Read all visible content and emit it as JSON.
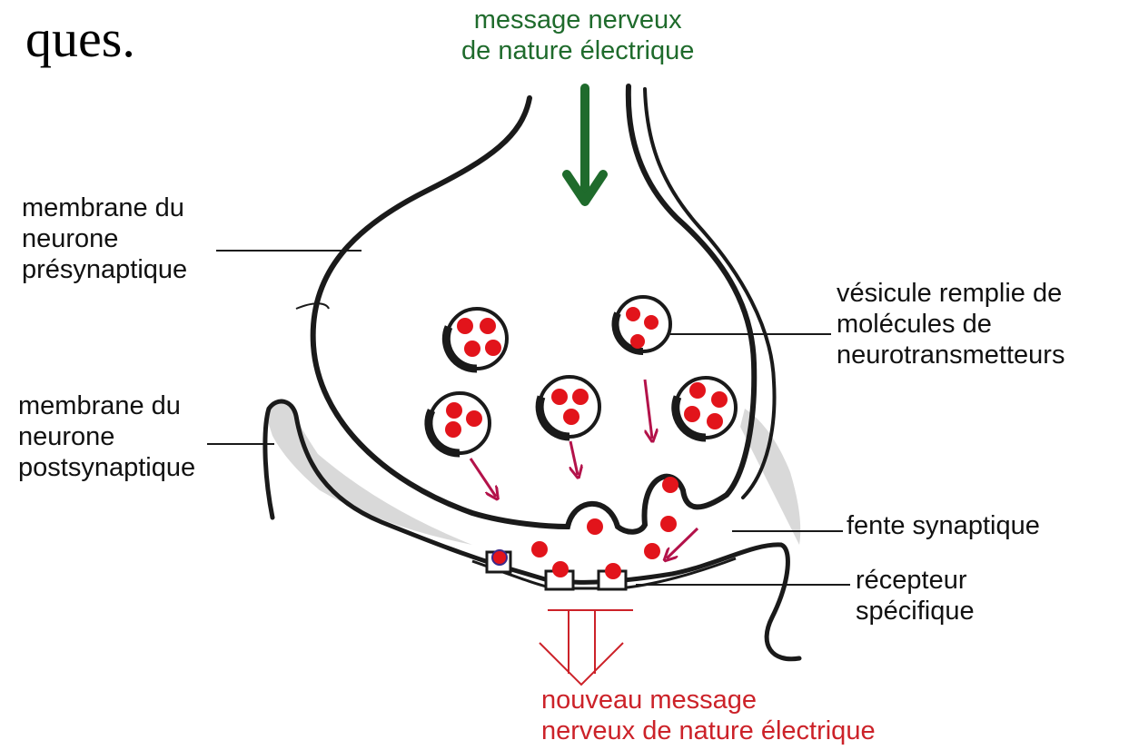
{
  "heading_fragment": "ques.",
  "top_message": {
    "lines": [
      "message nerveux",
      "de nature électrique"
    ],
    "color": "#1f6b2c"
  },
  "bottom_message": {
    "lines": [
      "nouveau message",
      "nerveux de nature électrique"
    ],
    "color": "#cc2229"
  },
  "labels": {
    "presynaptic_membrane": [
      "membrane du",
      "neurone",
      "présynaptique"
    ],
    "postsynaptic_membrane": [
      "membrane du",
      "neurone",
      "postsynaptique"
    ],
    "vesicle": [
      "vésicule remplie de",
      "molécules de",
      "neurotransmetteurs"
    ],
    "synaptic_cleft": "fente synaptique",
    "receptor": [
      "récepteur",
      "spécifique"
    ]
  },
  "colors": {
    "membrane": "#1a1a1a",
    "neurotransmitter": "#e2141b",
    "release_arrow": "#b3124a",
    "signal_arrow_green": "#1f6b2c",
    "signal_arrow_red": "#cc2229"
  }
}
